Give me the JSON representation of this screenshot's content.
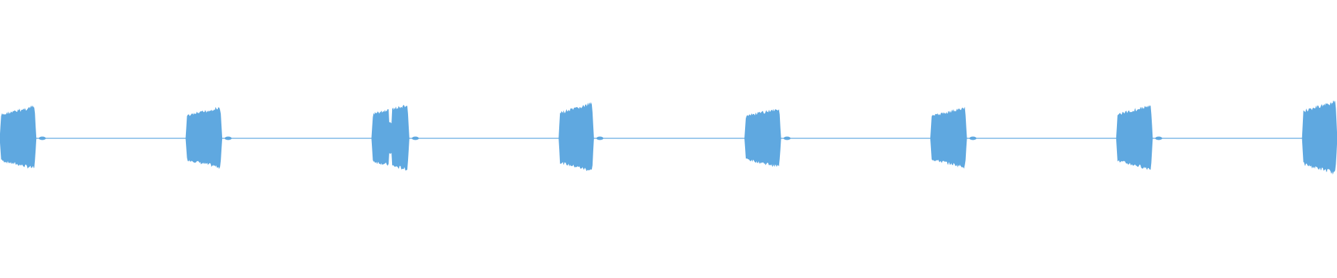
{
  "waveform": {
    "color": "#5fa8e0",
    "burst_count": 8,
    "bursts": [
      {
        "start": 0.0,
        "end": 0.027,
        "level": 0.83,
        "shape": "rising"
      },
      {
        "start": 0.139,
        "end": 0.166,
        "level": 0.8,
        "shape": "rising"
      },
      {
        "start": 0.278,
        "end": 0.306,
        "level": 0.86,
        "shape": "split"
      },
      {
        "start": 0.418,
        "end": 0.444,
        "level": 0.9,
        "shape": "rising"
      },
      {
        "start": 0.557,
        "end": 0.584,
        "level": 0.78,
        "shape": "rising"
      },
      {
        "start": 0.696,
        "end": 0.723,
        "level": 0.79,
        "shape": "rising"
      },
      {
        "start": 0.835,
        "end": 0.862,
        "level": 0.85,
        "shape": "rising"
      },
      {
        "start": 0.974,
        "end": 1.0,
        "level": 0.96,
        "shape": "rising"
      }
    ]
  }
}
